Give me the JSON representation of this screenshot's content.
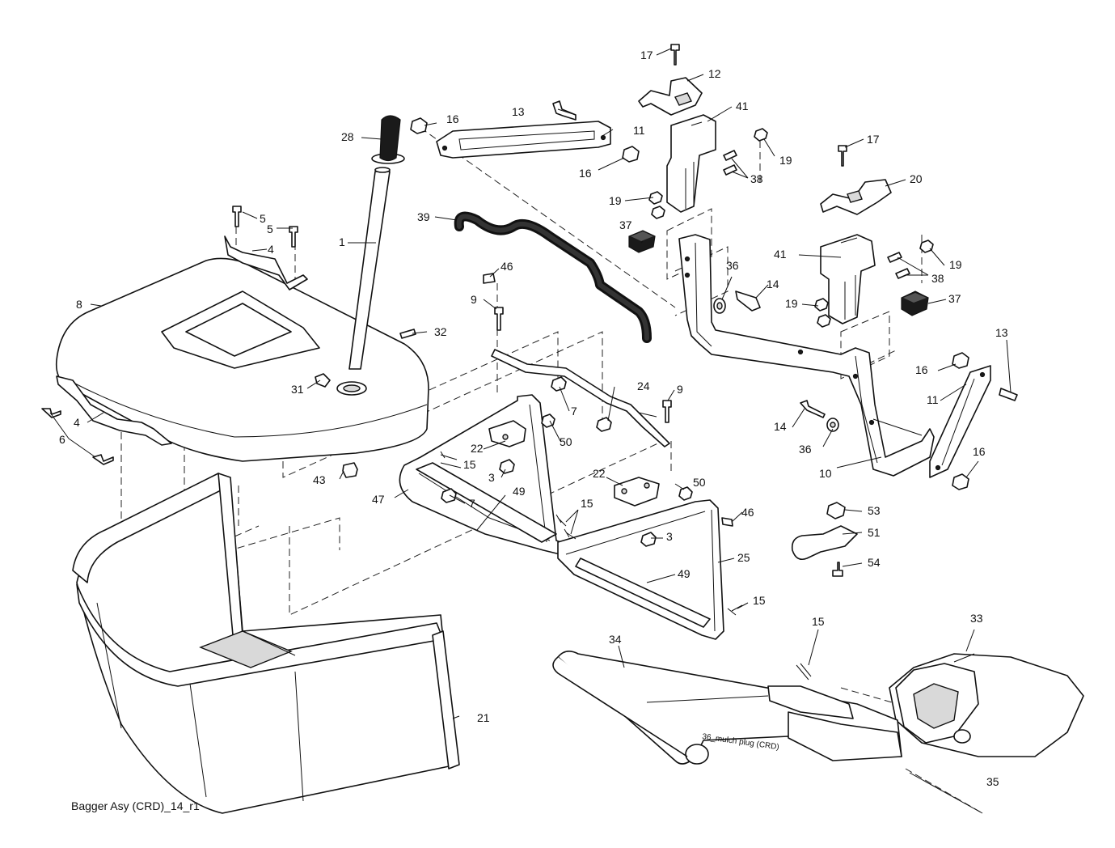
{
  "caption": "Bagger Asy (CRD)_14_r1",
  "mulch_plug_label": "36_mulch plug (CRD)",
  "callouts": [
    "1",
    "3",
    "3",
    "4",
    "4",
    "5",
    "5",
    "6",
    "6",
    "7",
    "7",
    "7",
    "8",
    "9",
    "9",
    "10",
    "11",
    "11",
    "12",
    "13",
    "13",
    "14",
    "14",
    "15",
    "15",
    "15",
    "15",
    "15",
    "16",
    "16",
    "16",
    "16",
    "17",
    "17",
    "19",
    "19",
    "19",
    "19",
    "20",
    "21",
    "22",
    "22",
    "24",
    "25",
    "28",
    "31",
    "32",
    "33",
    "34",
    "35",
    "36",
    "36",
    "37",
    "37",
    "38",
    "38",
    "39",
    "41",
    "41",
    "43",
    "46",
    "46",
    "47",
    "49",
    "49",
    "50",
    "50",
    "51",
    "53",
    "54"
  ]
}
